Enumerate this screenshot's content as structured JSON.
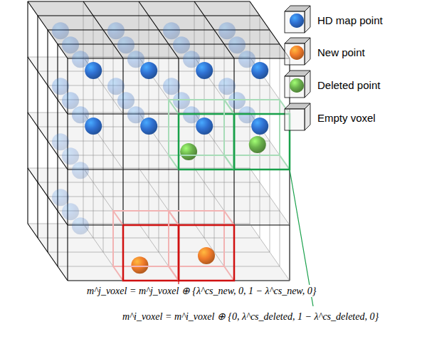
{
  "diagram": {
    "labels": [
      "m^j_voxel = m^j_voxel ⊕ {λ^cs_new, 0, 1 − λ^cs_new, 0}",
      "m^i_voxel = m^i_voxel ⊕ {0, λ^cs_deleted, 1 − λ^cs_deleted, 0}"
    ],
    "legend": [
      {
        "text": "HD map point",
        "color": "#2f6fd0"
      },
      {
        "text": "New point",
        "color": "#f07a2a"
      },
      {
        "text": "Deleted point",
        "color": "#6ab04c"
      },
      {
        "text": "Empty voxel"
      }
    ]
  }
}
